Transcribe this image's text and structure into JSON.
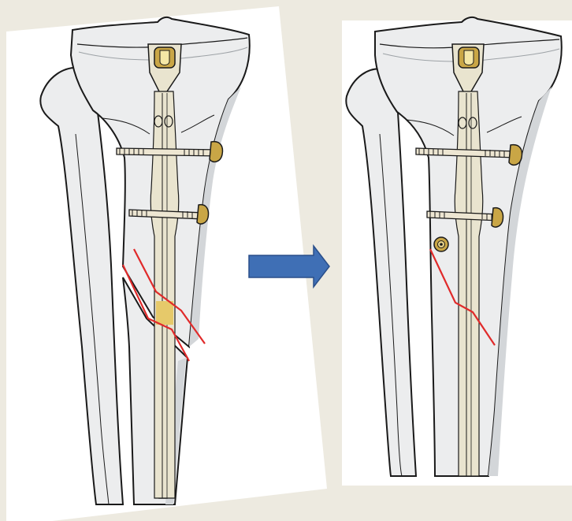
{
  "colors": {
    "background": "#EDEAE0",
    "panel": "#FFFFFF",
    "bone_fill": "#ECEDEE",
    "bone_shade": "#DADCDE",
    "bone_outline": "#1A1A1A",
    "nail_fill": "#E9E4CF",
    "nail_head": "#C9A646",
    "screw_fill": "#EDE6D2",
    "fracture_line": "#E02A2A",
    "fracture_gap": "#E6C96A",
    "arrow": "#3F6FB5"
  },
  "panels": [
    {
      "id": "before",
      "state": "displaced tibial shaft fracture with intramedullary nail and proximal locking screws"
    },
    {
      "id": "after",
      "state": "fracture reduced; blocking screw added beside the nail"
    }
  ],
  "transition": {
    "icon": "right-arrow-icon"
  }
}
